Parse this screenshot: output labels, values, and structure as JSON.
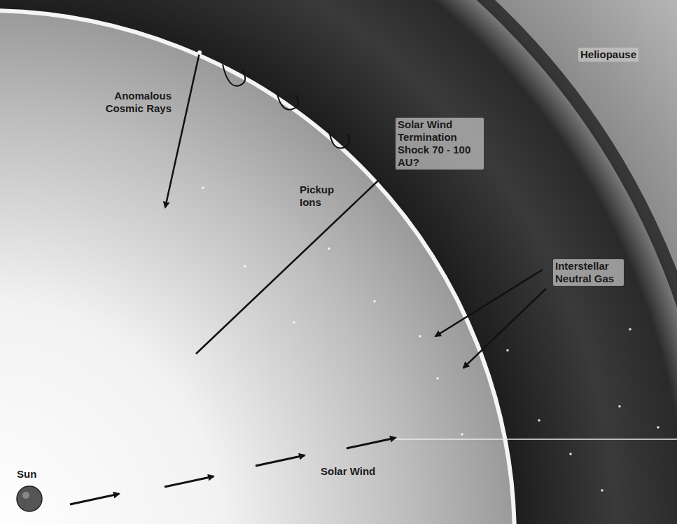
{
  "diagram": {
    "labels": [
      "Heliopause",
      "Anomalous Cosmic Rays",
      "Pickup Ions",
      "Solar Wind Termination Shock 70 - 100 AU?",
      "Interstellar Neutral Gas",
      "Solar Wind",
      "Sun"
    ]
  }
}
